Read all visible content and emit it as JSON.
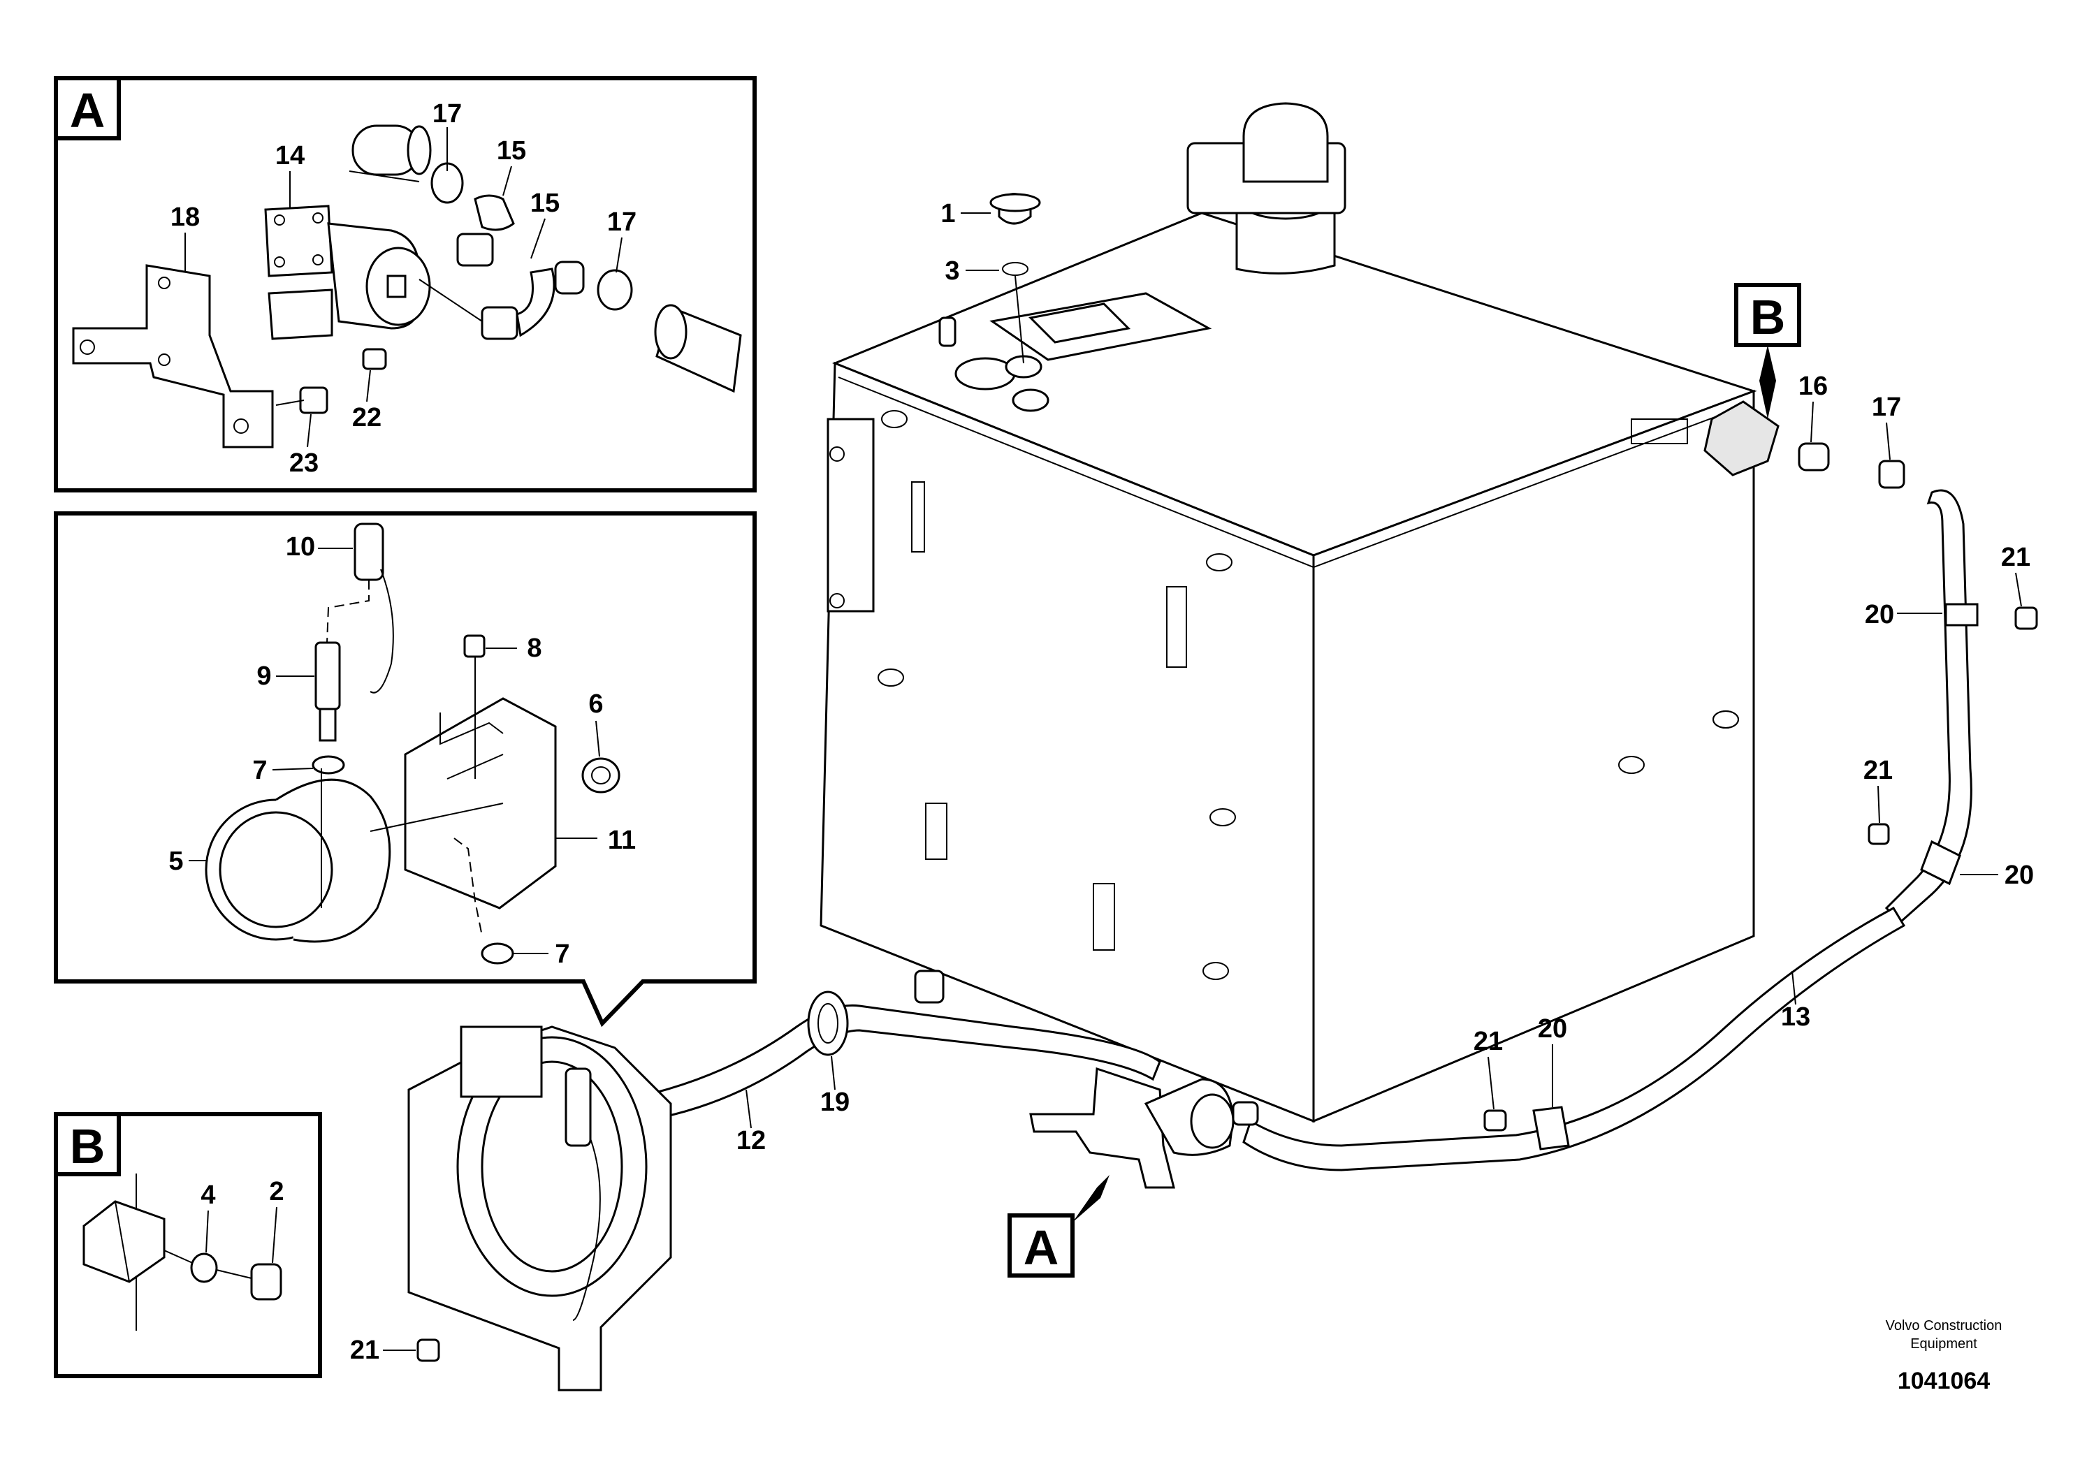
{
  "callouts": {
    "A_main": "A",
    "B_main": "B",
    "A_box": "A",
    "B_box": "B",
    "n1": "1",
    "n2": "2",
    "n3": "3",
    "n4": "4",
    "n5": "5",
    "n6": "6",
    "n7a": "7",
    "n7b": "7",
    "n8": "8",
    "n9": "9",
    "n10": "10",
    "n11": "11",
    "n12": "12",
    "n13": "13",
    "n14": "14",
    "n15a": "15",
    "n15b": "15",
    "n16": "16",
    "n17a": "17",
    "n17b": "17",
    "n17c": "17",
    "n18": "18",
    "n19": "19",
    "n20a": "20",
    "n20b": "20",
    "n20c": "20",
    "n21a": "21",
    "n21b": "21",
    "n21c": "21",
    "n21d": "21",
    "n22": "22",
    "n23": "23"
  },
  "footer": {
    "brand_line1": "Volvo Construction",
    "brand_line2": "Equipment",
    "drawing_number": "1041064"
  }
}
